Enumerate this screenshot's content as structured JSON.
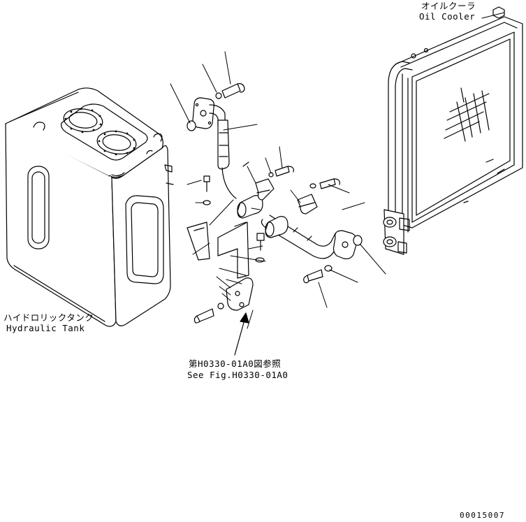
{
  "labels": {
    "oil_cooler_jp": "オイルクーラ",
    "oil_cooler_en": "Oil Cooler",
    "hydraulic_tank_jp": "ハイドロリックタンク",
    "hydraulic_tank_en": "Hydraulic Tank",
    "see_fig_jp": "第H0330-01A0図参照",
    "see_fig_en": "See Fig.H0330-01A0",
    "drawing_code": "00015007"
  }
}
